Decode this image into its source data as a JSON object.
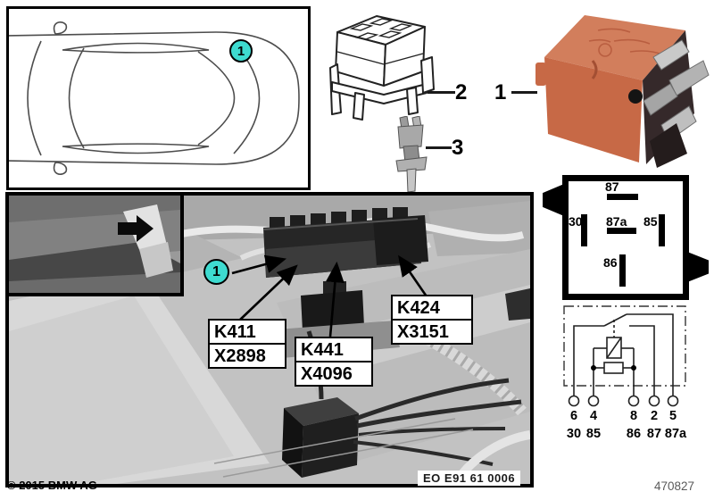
{
  "page": {
    "copyright": "© 2015 BMW AG",
    "doc_number": "470827"
  },
  "items": {
    "relay": "1",
    "socket": "2",
    "terminal": "3"
  },
  "car_callout": "1",
  "photo_callout": "1",
  "pin_diagram": {
    "pin_87": "87",
    "pin_30": "30",
    "pin_87a": "87a",
    "pin_85": "85",
    "pin_86": "86"
  },
  "schematic": {
    "pin_numbers": [
      "6",
      "4",
      "8",
      "2",
      "5"
    ],
    "terminal_names": [
      "30",
      "85",
      "86",
      "87",
      "87a"
    ]
  },
  "relay_labels": [
    {
      "code": "K411",
      "connector": "X2898"
    },
    {
      "code": "K441",
      "connector": "X4096"
    },
    {
      "code": "K424",
      "connector": "X3151"
    }
  ],
  "photo": {
    "ref_code": "EO E91 61 0006"
  },
  "colors": {
    "callout_fill": "#3edbd0",
    "relay_orange": "#c76946",
    "relay_orange_top": "#d27e5c",
    "relay_dark_face": "#35292a"
  }
}
